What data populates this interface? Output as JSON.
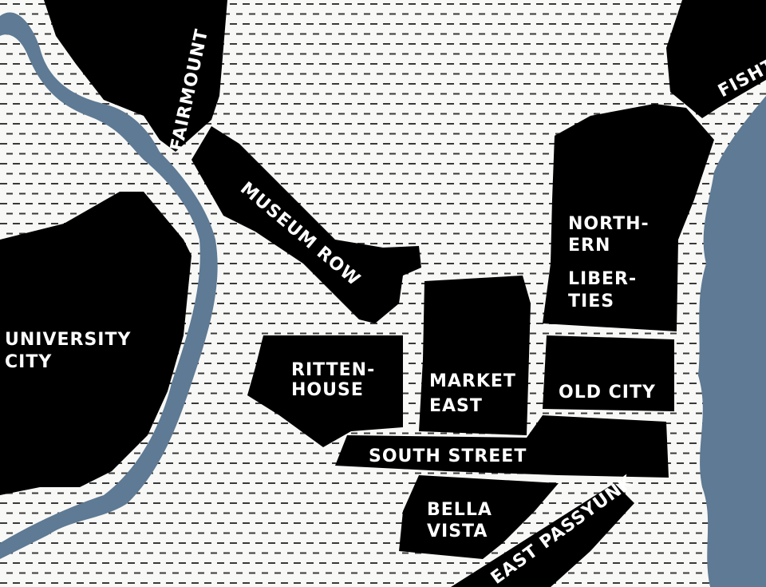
{
  "map": {
    "colors": {
      "land": "#000000",
      "water": "#5e7a94",
      "background": "#f8f8f6",
      "dash": "#3a3a3a",
      "label": "#ffffff"
    },
    "neighborhoods": {
      "fairmount": "FAIRMOUNT",
      "fishtown": "FISHT",
      "museum_row": "MUSEUM ROW",
      "university_city_1": "UNIVERSITY",
      "university_city_2": "CITY",
      "northern_liberties_1": "NORTH-",
      "northern_liberties_2": "ERN",
      "northern_liberties_3": "LIBER-",
      "northern_liberties_4": "TIES",
      "rittenhouse_1": "RITTEN-",
      "rittenhouse_2": "HOUSE",
      "market_east_1": "MARKET",
      "market_east_2": "EAST",
      "old_city": "OLD CITY",
      "south_street": "SOUTH STREET",
      "bella_vista_1": "BELLA",
      "bella_vista_2": "VISTA",
      "east_passyunk": "EAST PASSYUNK"
    }
  }
}
